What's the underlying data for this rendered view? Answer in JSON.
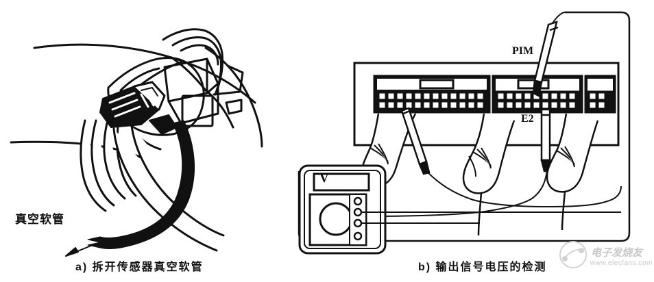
{
  "figure": {
    "title_a_caption": "a) 拆开传感器真空软管",
    "title_b_caption": "b) 输出信号电压的检测",
    "panel_a": {
      "callout_label": "真空软管",
      "icons": {
        "arrow": "leader-arrow-icon",
        "hand": "hand-icon",
        "sensor": "sensor-connector-icon",
        "hose_black": "black-vacuum-hose",
        "hose_white": "white-vacuum-hose"
      }
    },
    "panel_b": {
      "terminal_pim": "PIM",
      "terminal_e2": "E2",
      "meter_display": "V",
      "icons": {
        "meter": "multimeter-icon",
        "dial": "rotary-dial-icon",
        "probe": "test-probe-icon",
        "ecu": "ecu-connector-panel-icon",
        "harness": "wire-harness-icon"
      },
      "connector_blocks": 3,
      "pin_rows": 2
    }
  },
  "watermark": {
    "brand": "电子发烧友",
    "url": "www.elecfans.com",
    "logo": "elecfans-circle-logo"
  },
  "colors": {
    "ink": "#111111",
    "paper": "#ffffff",
    "watermark": "#c9c9c9"
  }
}
